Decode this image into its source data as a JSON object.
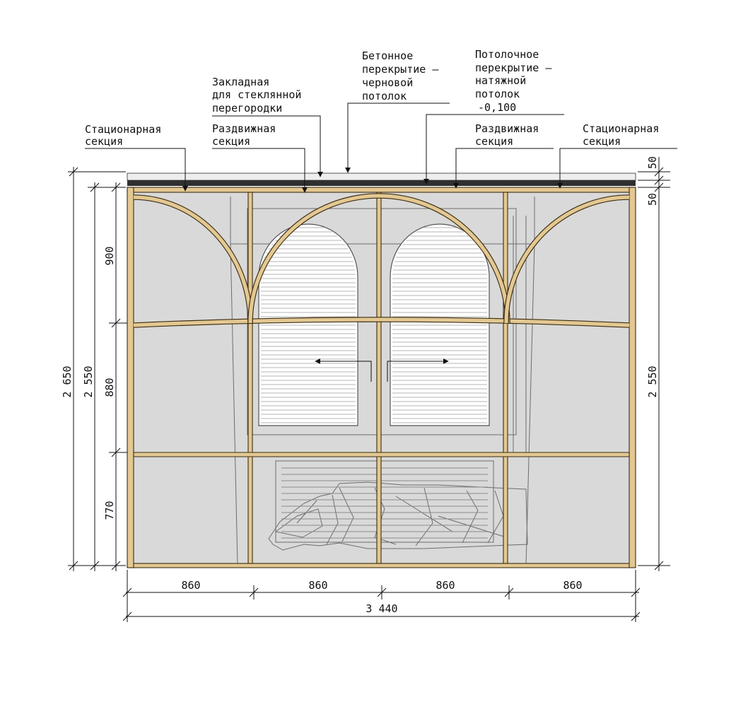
{
  "labels": {
    "stationary_left": [
      "Стационарная",
      "секция"
    ],
    "embed": [
      "Закладная",
      "для стеклянной",
      "перегородки"
    ],
    "sliding_left": [
      "Раздвижная",
      "секция"
    ],
    "concrete": [
      "Бетонное",
      "перекрытие –",
      "черновой",
      "потолок"
    ],
    "ceiling": [
      "Потолочное",
      "перекрытие –",
      "натяжной",
      "потолок",
      "-0,100"
    ],
    "sliding_right": [
      "Раздвижная",
      "секция"
    ],
    "stationary_right": [
      "Стационарная",
      "секция"
    ]
  },
  "dimensions": {
    "left_outer": "2 650",
    "left_inner": "2 550",
    "row_top": "900",
    "row_middle": "880",
    "row_bottom": "770",
    "right_total": "2 550",
    "right_top_a": "50",
    "right_top_b": "50",
    "module_widths": [
      "860",
      "860",
      "860",
      "860"
    ],
    "overall_width": "3 440"
  },
  "colors": {
    "timber": "#e3c892",
    "timber_edge": "#3c2c12",
    "glass": "#d9d9d9",
    "slab": "#2f2f2f"
  }
}
